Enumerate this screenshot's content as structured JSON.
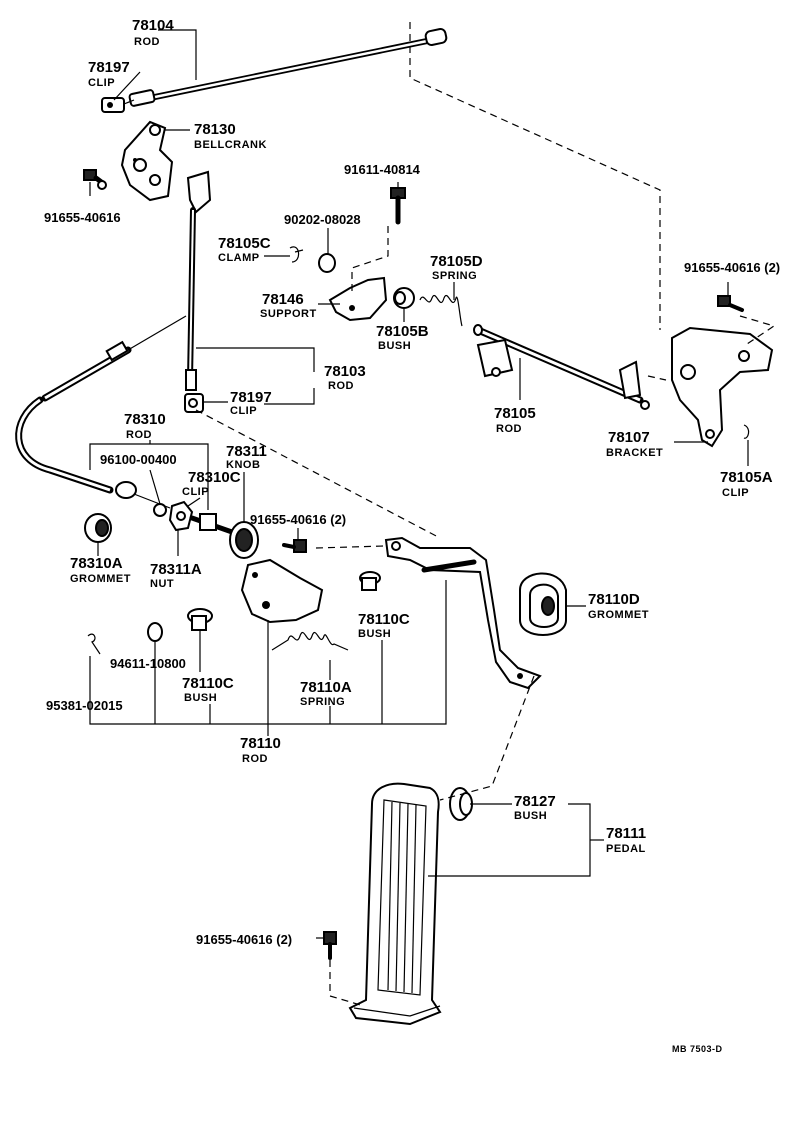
{
  "parts": {
    "p78104": {
      "num": "78104",
      "name": "ROD"
    },
    "p78197a": {
      "num": "78197",
      "name": "CLIP"
    },
    "p78130": {
      "num": "78130",
      "name": "BELLCRANK"
    },
    "p91655a": {
      "num": "91655-40616"
    },
    "p91611": {
      "num": "91611-40814"
    },
    "p90202": {
      "num": "90202-08028"
    },
    "p78105c": {
      "num": "78105C",
      "name": "CLAMP"
    },
    "p78105d": {
      "num": "78105D",
      "name": "SPRING"
    },
    "p78146": {
      "num": "78146",
      "name": "SUPPORT"
    },
    "p78105b": {
      "num": "78105B",
      "name": "BUSH"
    },
    "p91655b": {
      "num": "91655-40616 (2)"
    },
    "p78103": {
      "num": "78103",
      "name": "ROD"
    },
    "p78197b": {
      "num": "78197",
      "name": "CLIP"
    },
    "p78310": {
      "num": "78310",
      "name": "ROD"
    },
    "p78311": {
      "num": "78311",
      "name": "KNOB"
    },
    "p96100": {
      "num": "96100-00400"
    },
    "p78310c": {
      "num": "78310C",
      "name": "CLIP"
    },
    "p78105": {
      "num": "78105",
      "name": "ROD"
    },
    "p78107": {
      "num": "78107",
      "name": "BRACKET"
    },
    "p78105a": {
      "num": "78105A",
      "name": "CLIP"
    },
    "p91655c": {
      "num": "91655-40616 (2)"
    },
    "p78310a": {
      "num": "78310A",
      "name": "GROMMET"
    },
    "p78311a": {
      "num": "78311A",
      "name": "NUT"
    },
    "p78110d": {
      "num": "78110D",
      "name": "GROMMET"
    },
    "p78110c1": {
      "num": "78110C",
      "name": "BUSH"
    },
    "p94611": {
      "num": "94611-10800"
    },
    "p78110c2": {
      "num": "78110C",
      "name": "BUSH"
    },
    "p78110a": {
      "num": "78110A",
      "name": "SPRING"
    },
    "p95381": {
      "num": "95381-02015"
    },
    "p78110": {
      "num": "78110",
      "name": "ROD"
    },
    "p78127": {
      "num": "78127",
      "name": "BUSH"
    },
    "p78111": {
      "num": "78111",
      "name": "PEDAL"
    },
    "p91655d": {
      "num": "91655-40616 (2)"
    }
  },
  "footer_code": "MB  7503-D"
}
